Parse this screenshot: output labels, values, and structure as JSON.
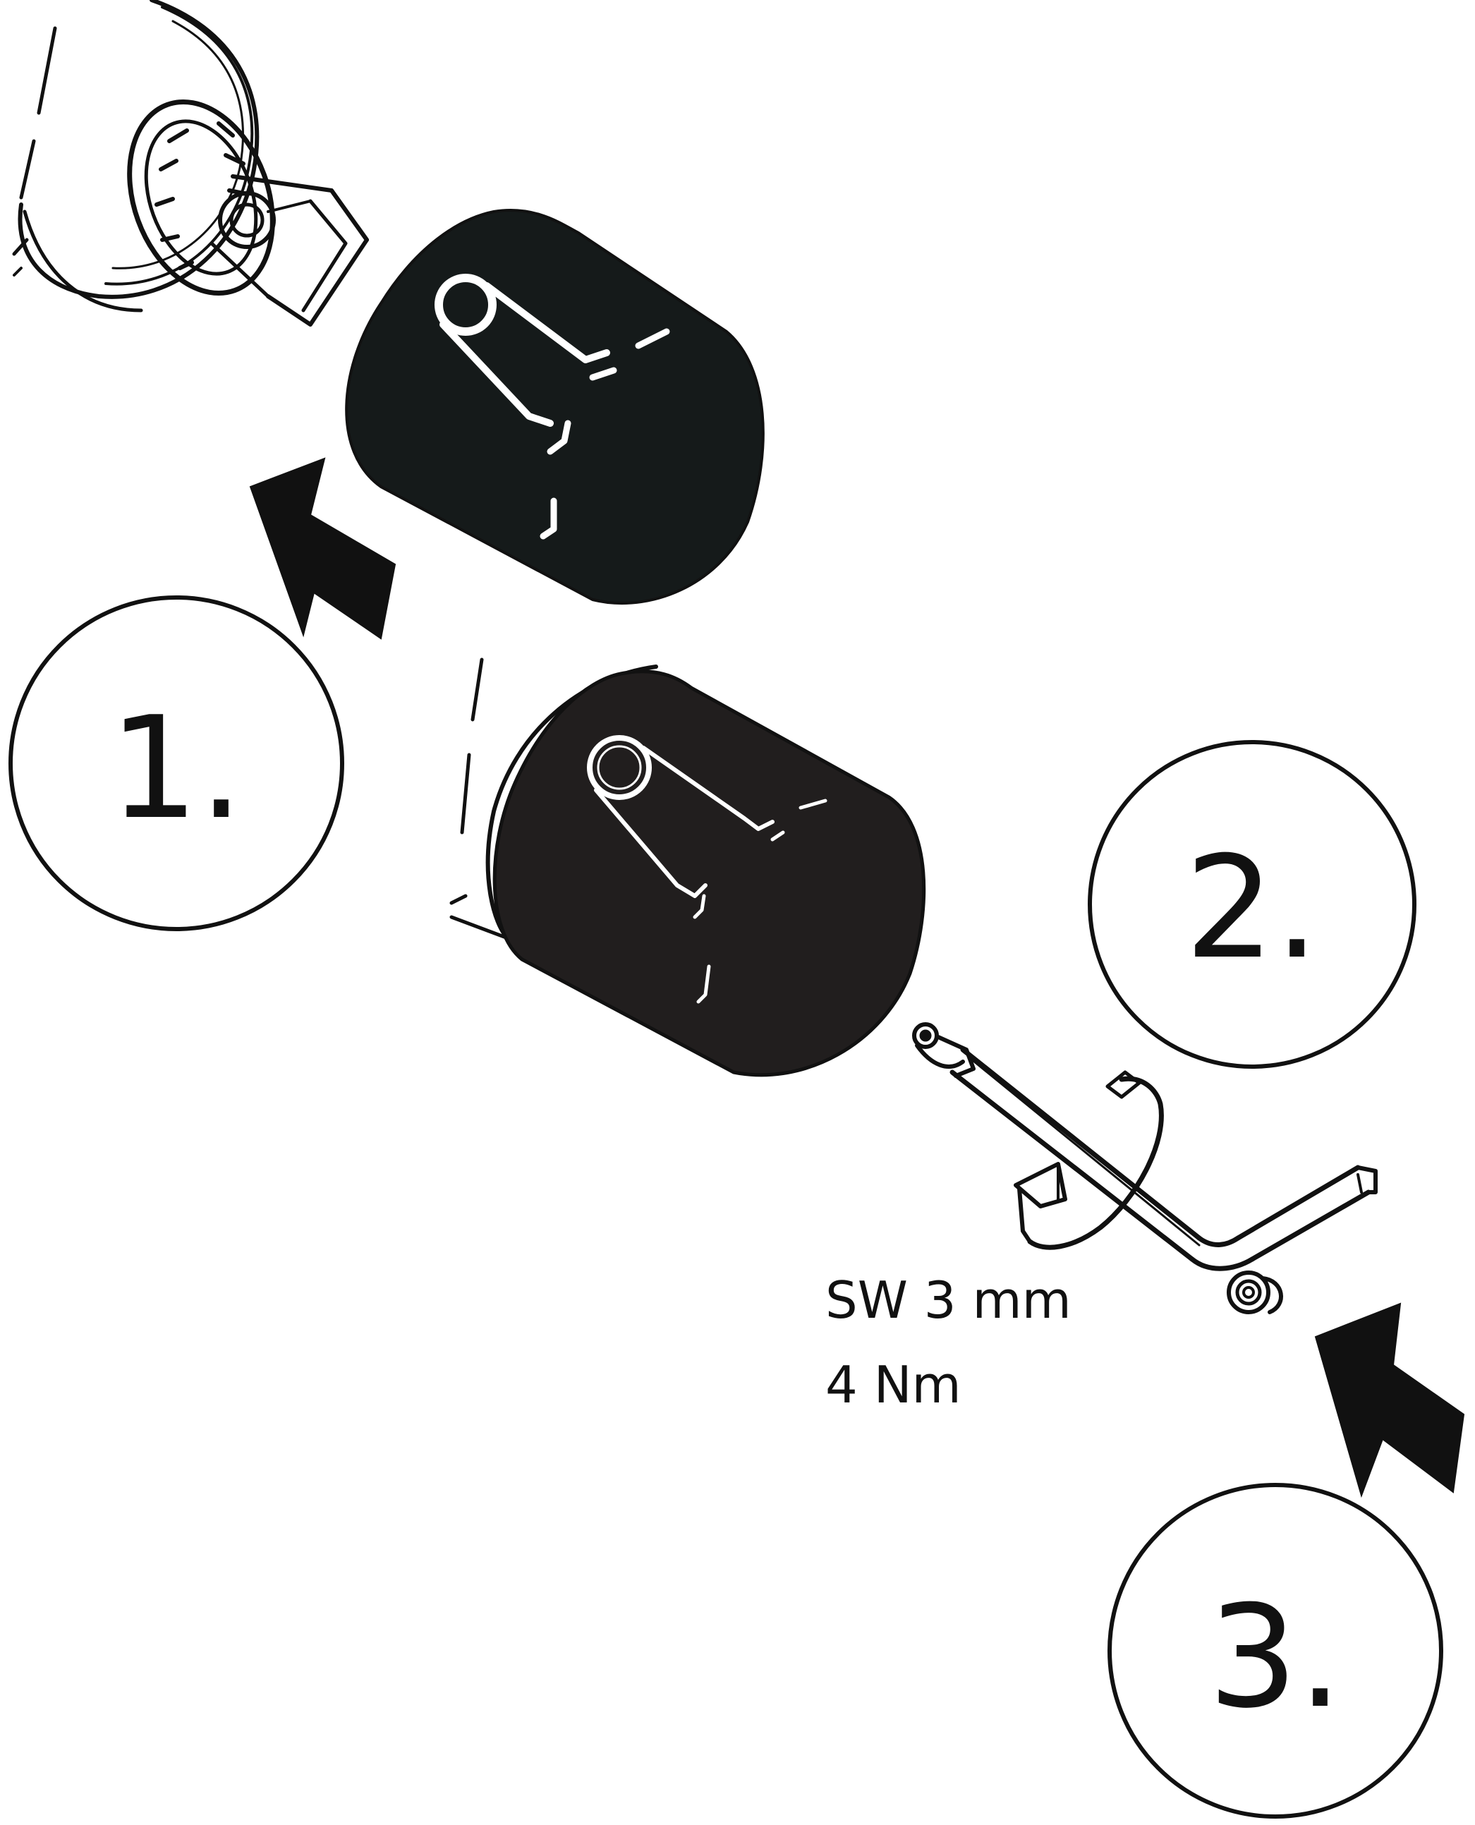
{
  "steps": [
    {
      "label": "1."
    },
    {
      "label": "2."
    },
    {
      "label": "3."
    }
  ],
  "specs": {
    "wrench_size": "SW 3 mm",
    "torque": "4 Nm"
  },
  "colors": {
    "ink": "#111111",
    "knob_fill": "#151a1a",
    "knob_fill_mounted": "#211e1e",
    "background": "#ffffff"
  },
  "icons": {
    "arrow": "push-arrow-icon",
    "knob": "handle-knob-icon",
    "hex_key": "hex-key-icon",
    "screw": "set-screw-icon",
    "rotate": "rotate-arrow-icon"
  }
}
